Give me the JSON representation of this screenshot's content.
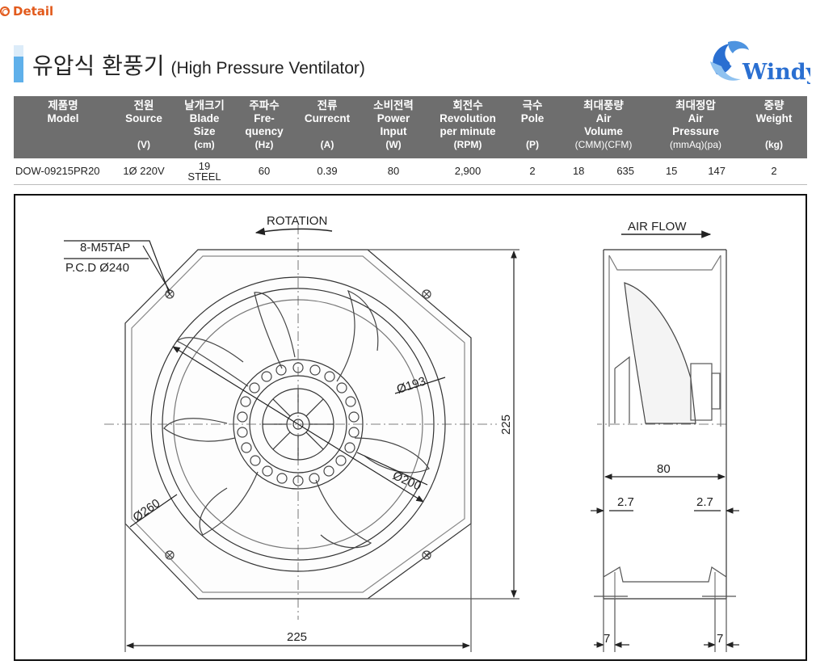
{
  "detail_label": "Detail",
  "title": {
    "korean": "유압식 환풍기",
    "english": "(High Pressure Ventilator)"
  },
  "logo_text": "Windy",
  "colors": {
    "accent": "#e25a1c",
    "header_bg": "#6e6e6e",
    "title_bar": "#5fb0ea",
    "logo_blue": "#2a6fd1"
  },
  "table": {
    "headers": [
      {
        "kr": "제품명",
        "en": [
          "Model"
        ],
        "unit": ""
      },
      {
        "kr": "전원",
        "en": [
          "Source"
        ],
        "unit": "(V)"
      },
      {
        "kr": "날개크기",
        "en": [
          "Blade",
          "Size"
        ],
        "unit": "(cm)"
      },
      {
        "kr": "주파수",
        "en": [
          "Fre-",
          "quency"
        ],
        "unit": "(Hz)"
      },
      {
        "kr": "전류",
        "en": [
          "Currecnt"
        ],
        "unit": "(A)"
      },
      {
        "kr": "소비전력",
        "en": [
          "Power",
          "Input"
        ],
        "unit": "(W)"
      },
      {
        "kr": "회전수",
        "en": [
          "Revolution",
          "per minute"
        ],
        "unit": "(RPM)"
      },
      {
        "kr": "극수",
        "en": [
          "Pole"
        ],
        "unit": "(P)"
      },
      {
        "kr": "최대풍량",
        "en": [
          "Air",
          "Volume"
        ],
        "units": [
          "(CMM)",
          "(CFM)"
        ]
      },
      {
        "kr": "최대정압",
        "en": [
          "Air",
          "Pressure"
        ],
        "units": [
          "(mmAq)",
          "(pa)"
        ]
      },
      {
        "kr": "중량",
        "en": [
          "Weight"
        ],
        "unit": "(kg)"
      }
    ],
    "row": {
      "model": "DOW-09215PR20",
      "source": "1Ø 220V",
      "blade_size": [
        "19",
        "STEEL"
      ],
      "frequency": "60",
      "current": "0.39",
      "power": "80",
      "rpm": "2,900",
      "pole": "2",
      "air_volume": [
        "18",
        "635"
      ],
      "air_pressure": [
        "15",
        "147"
      ],
      "weight": "2"
    }
  },
  "drawing": {
    "front": {
      "rotation_label": "ROTATION",
      "tap_label": "8-M5TAP",
      "pcd_label": "P.C.D Ø240",
      "dia_193": "Ø193",
      "dia_200": "Ø200",
      "dia_260": "Ø260",
      "height_dim": "225",
      "width_dim": "225"
    },
    "side": {
      "airflow_label": "AIR FLOW",
      "depth_dim": "80",
      "flange_left": "2.7",
      "flange_right": "2.7",
      "lip_left": "7",
      "lip_right": "7"
    }
  }
}
